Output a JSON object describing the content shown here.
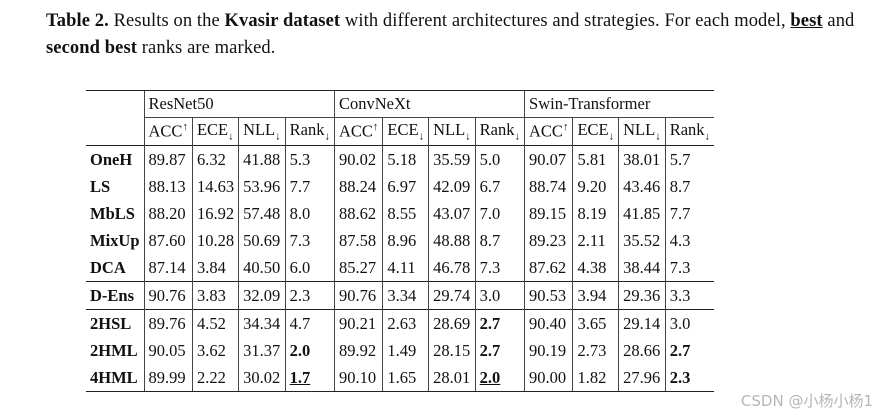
{
  "caption": {
    "label": "Table 2.",
    "part1": " Results on the ",
    "dataset": "Kvasir dataset",
    "part2": " with different architectures and strategies. For each model, ",
    "best": "best",
    "and": " and ",
    "second_best": "second best",
    "part3": " ranks are marked."
  },
  "table": {
    "groups": [
      "ResNet50",
      "ConvNeXt",
      "Swin-Transformer"
    ],
    "metrics": [
      {
        "name": "ACC",
        "arrow": "↑",
        "pos": "sup"
      },
      {
        "name": "ECE",
        "arrow": "↓",
        "pos": "sub"
      },
      {
        "name": "NLL",
        "arrow": "↓",
        "pos": "sub"
      },
      {
        "name": "Rank",
        "arrow": "↓",
        "pos": "sub"
      }
    ],
    "rows": [
      {
        "model": "OneH",
        "cells": [
          [
            "89.87",
            "6.32",
            "41.88",
            "5.3"
          ],
          [
            "90.02",
            "5.18",
            "35.59",
            "5.0"
          ],
          [
            "90.07",
            "5.81",
            "38.01",
            "5.7"
          ]
        ]
      },
      {
        "model": "LS",
        "cells": [
          [
            "88.13",
            "14.63",
            "53.96",
            "7.7"
          ],
          [
            "88.24",
            "6.97",
            "42.09",
            "6.7"
          ],
          [
            "88.74",
            "9.20",
            "43.46",
            "8.7"
          ]
        ]
      },
      {
        "model": "MbLS",
        "cells": [
          [
            "88.20",
            "16.92",
            "57.48",
            "8.0"
          ],
          [
            "88.62",
            "8.55",
            "43.07",
            "7.0"
          ],
          [
            "89.15",
            "8.19",
            "41.85",
            "7.7"
          ]
        ]
      },
      {
        "model": "MixUp",
        "cells": [
          [
            "87.60",
            "10.28",
            "50.69",
            "7.3"
          ],
          [
            "87.58",
            "8.96",
            "48.88",
            "8.7"
          ],
          [
            "89.23",
            "2.11",
            "35.52",
            "4.3"
          ]
        ]
      },
      {
        "model": "DCA",
        "cells": [
          [
            "87.14",
            "3.84",
            "40.50",
            "6.0"
          ],
          [
            "85.27",
            "4.11",
            "46.78",
            "7.3"
          ],
          [
            "87.62",
            "4.38",
            "38.44",
            "7.3"
          ]
        ]
      },
      {
        "model": "D-Ens",
        "cells": [
          [
            "90.76",
            "3.83",
            "32.09",
            "2.3"
          ],
          [
            "90.76",
            "3.34",
            "29.74",
            "3.0"
          ],
          [
            "90.53",
            "3.94",
            "29.36",
            "3.3"
          ]
        ]
      },
      {
        "model": "2HSL",
        "cells": [
          [
            "89.76",
            "4.52",
            "34.34",
            "4.7"
          ],
          [
            "90.21",
            "2.63",
            "28.69",
            "2.7"
          ],
          [
            "90.40",
            "3.65",
            "29.14",
            "3.0"
          ]
        ]
      },
      {
        "model": "2HML",
        "cells": [
          [
            "90.05",
            "3.62",
            "31.37",
            "2.0"
          ],
          [
            "89.92",
            "1.49",
            "28.15",
            "2.7"
          ],
          [
            "90.19",
            "2.73",
            "28.66",
            "2.7"
          ]
        ]
      },
      {
        "model": "4HML",
        "cells": [
          [
            "89.99",
            "2.22",
            "30.02",
            "1.7"
          ],
          [
            "90.10",
            "1.65",
            "28.01",
            "2.0"
          ],
          [
            "90.00",
            "1.82",
            "27.96",
            "2.3"
          ]
        ]
      }
    ],
    "rank_marks": {
      "best_underlined": [
        [
          8,
          0
        ],
        [
          8,
          1
        ]
      ],
      "second_best_bold": [
        [
          7,
          0
        ],
        [
          6,
          1
        ],
        [
          7,
          1
        ],
        [
          7,
          2
        ],
        [
          8,
          2
        ]
      ]
    },
    "section_breaks_before_rows": [
      5,
      6
    ]
  },
  "watermark": "CSDN @小杨小杨1"
}
